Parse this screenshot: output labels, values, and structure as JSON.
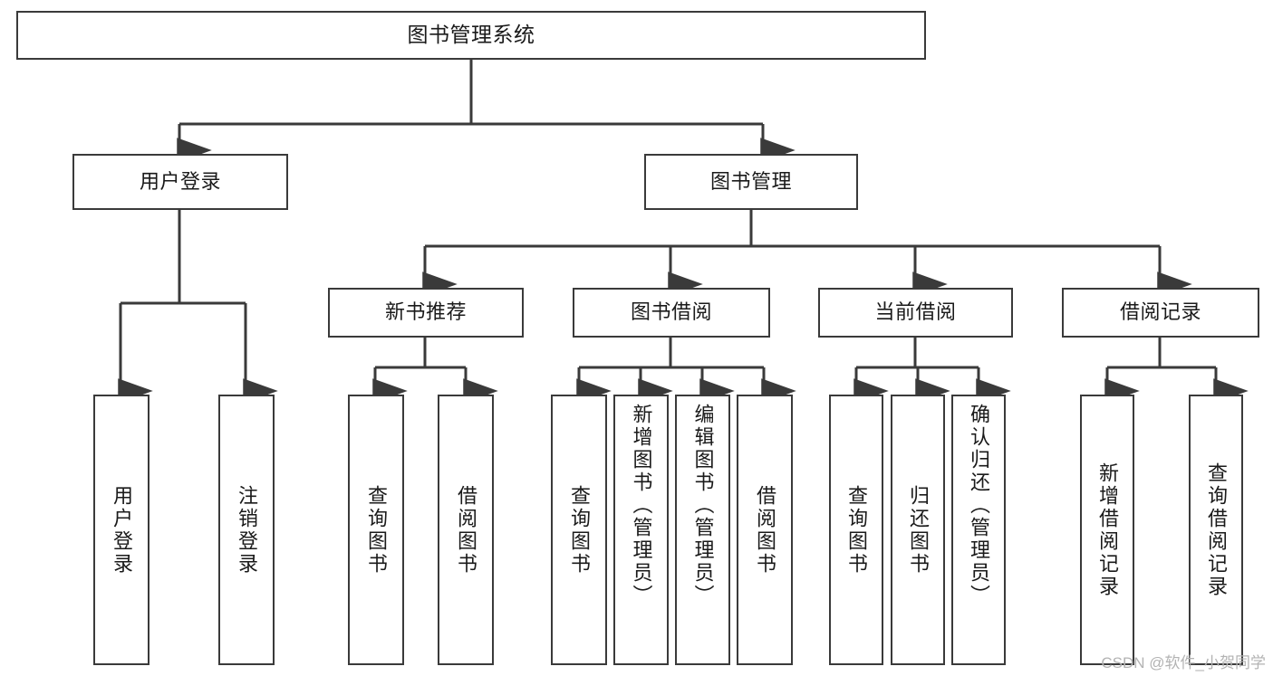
{
  "diagram": {
    "title": "图书管理系统",
    "watermark": "CSDN @软件_小贺同学",
    "stroke_color": "#3a3a3a",
    "text_color": "#1a1a1a",
    "background_color": "#ffffff",
    "nodes": {
      "root": {
        "label": "图书管理系统"
      },
      "level1": [
        {
          "id": "user-login",
          "label": "用户登录"
        },
        {
          "id": "book-management",
          "label": "图书管理"
        }
      ],
      "level2": [
        {
          "id": "new-book-recommend",
          "label": "新书推荐"
        },
        {
          "id": "book-borrow",
          "label": "图书借阅"
        },
        {
          "id": "current-borrow",
          "label": "当前借阅"
        },
        {
          "id": "borrow-record",
          "label": "借阅记录"
        }
      ],
      "leaves": {
        "user-login": [
          {
            "id": "leaf-user-login",
            "label": "用户登录"
          },
          {
            "id": "leaf-logout-login",
            "label": "注销登录"
          }
        ],
        "new-book-recommend": [
          {
            "id": "leaf-query-book-1",
            "label": "查询图书"
          },
          {
            "id": "leaf-borrow-book-1",
            "label": "借阅图书"
          }
        ],
        "book-borrow": [
          {
            "id": "leaf-query-book-2",
            "label": "查询图书"
          },
          {
            "id": "leaf-add-book",
            "label": "新增图书（管理员）"
          },
          {
            "id": "leaf-edit-book",
            "label": "编辑图书（管理员）"
          },
          {
            "id": "leaf-borrow-book-2",
            "label": "借阅图书"
          }
        ],
        "current-borrow": [
          {
            "id": "leaf-query-book-3",
            "label": "查询图书"
          },
          {
            "id": "leaf-return-book",
            "label": "归还图书"
          },
          {
            "id": "leaf-confirm-return",
            "label": "确认归还（管理员）"
          }
        ],
        "borrow-record": [
          {
            "id": "leaf-add-record",
            "label": "新增借阅记录"
          },
          {
            "id": "leaf-query-record",
            "label": "查询借阅记录"
          }
        ]
      }
    }
  }
}
